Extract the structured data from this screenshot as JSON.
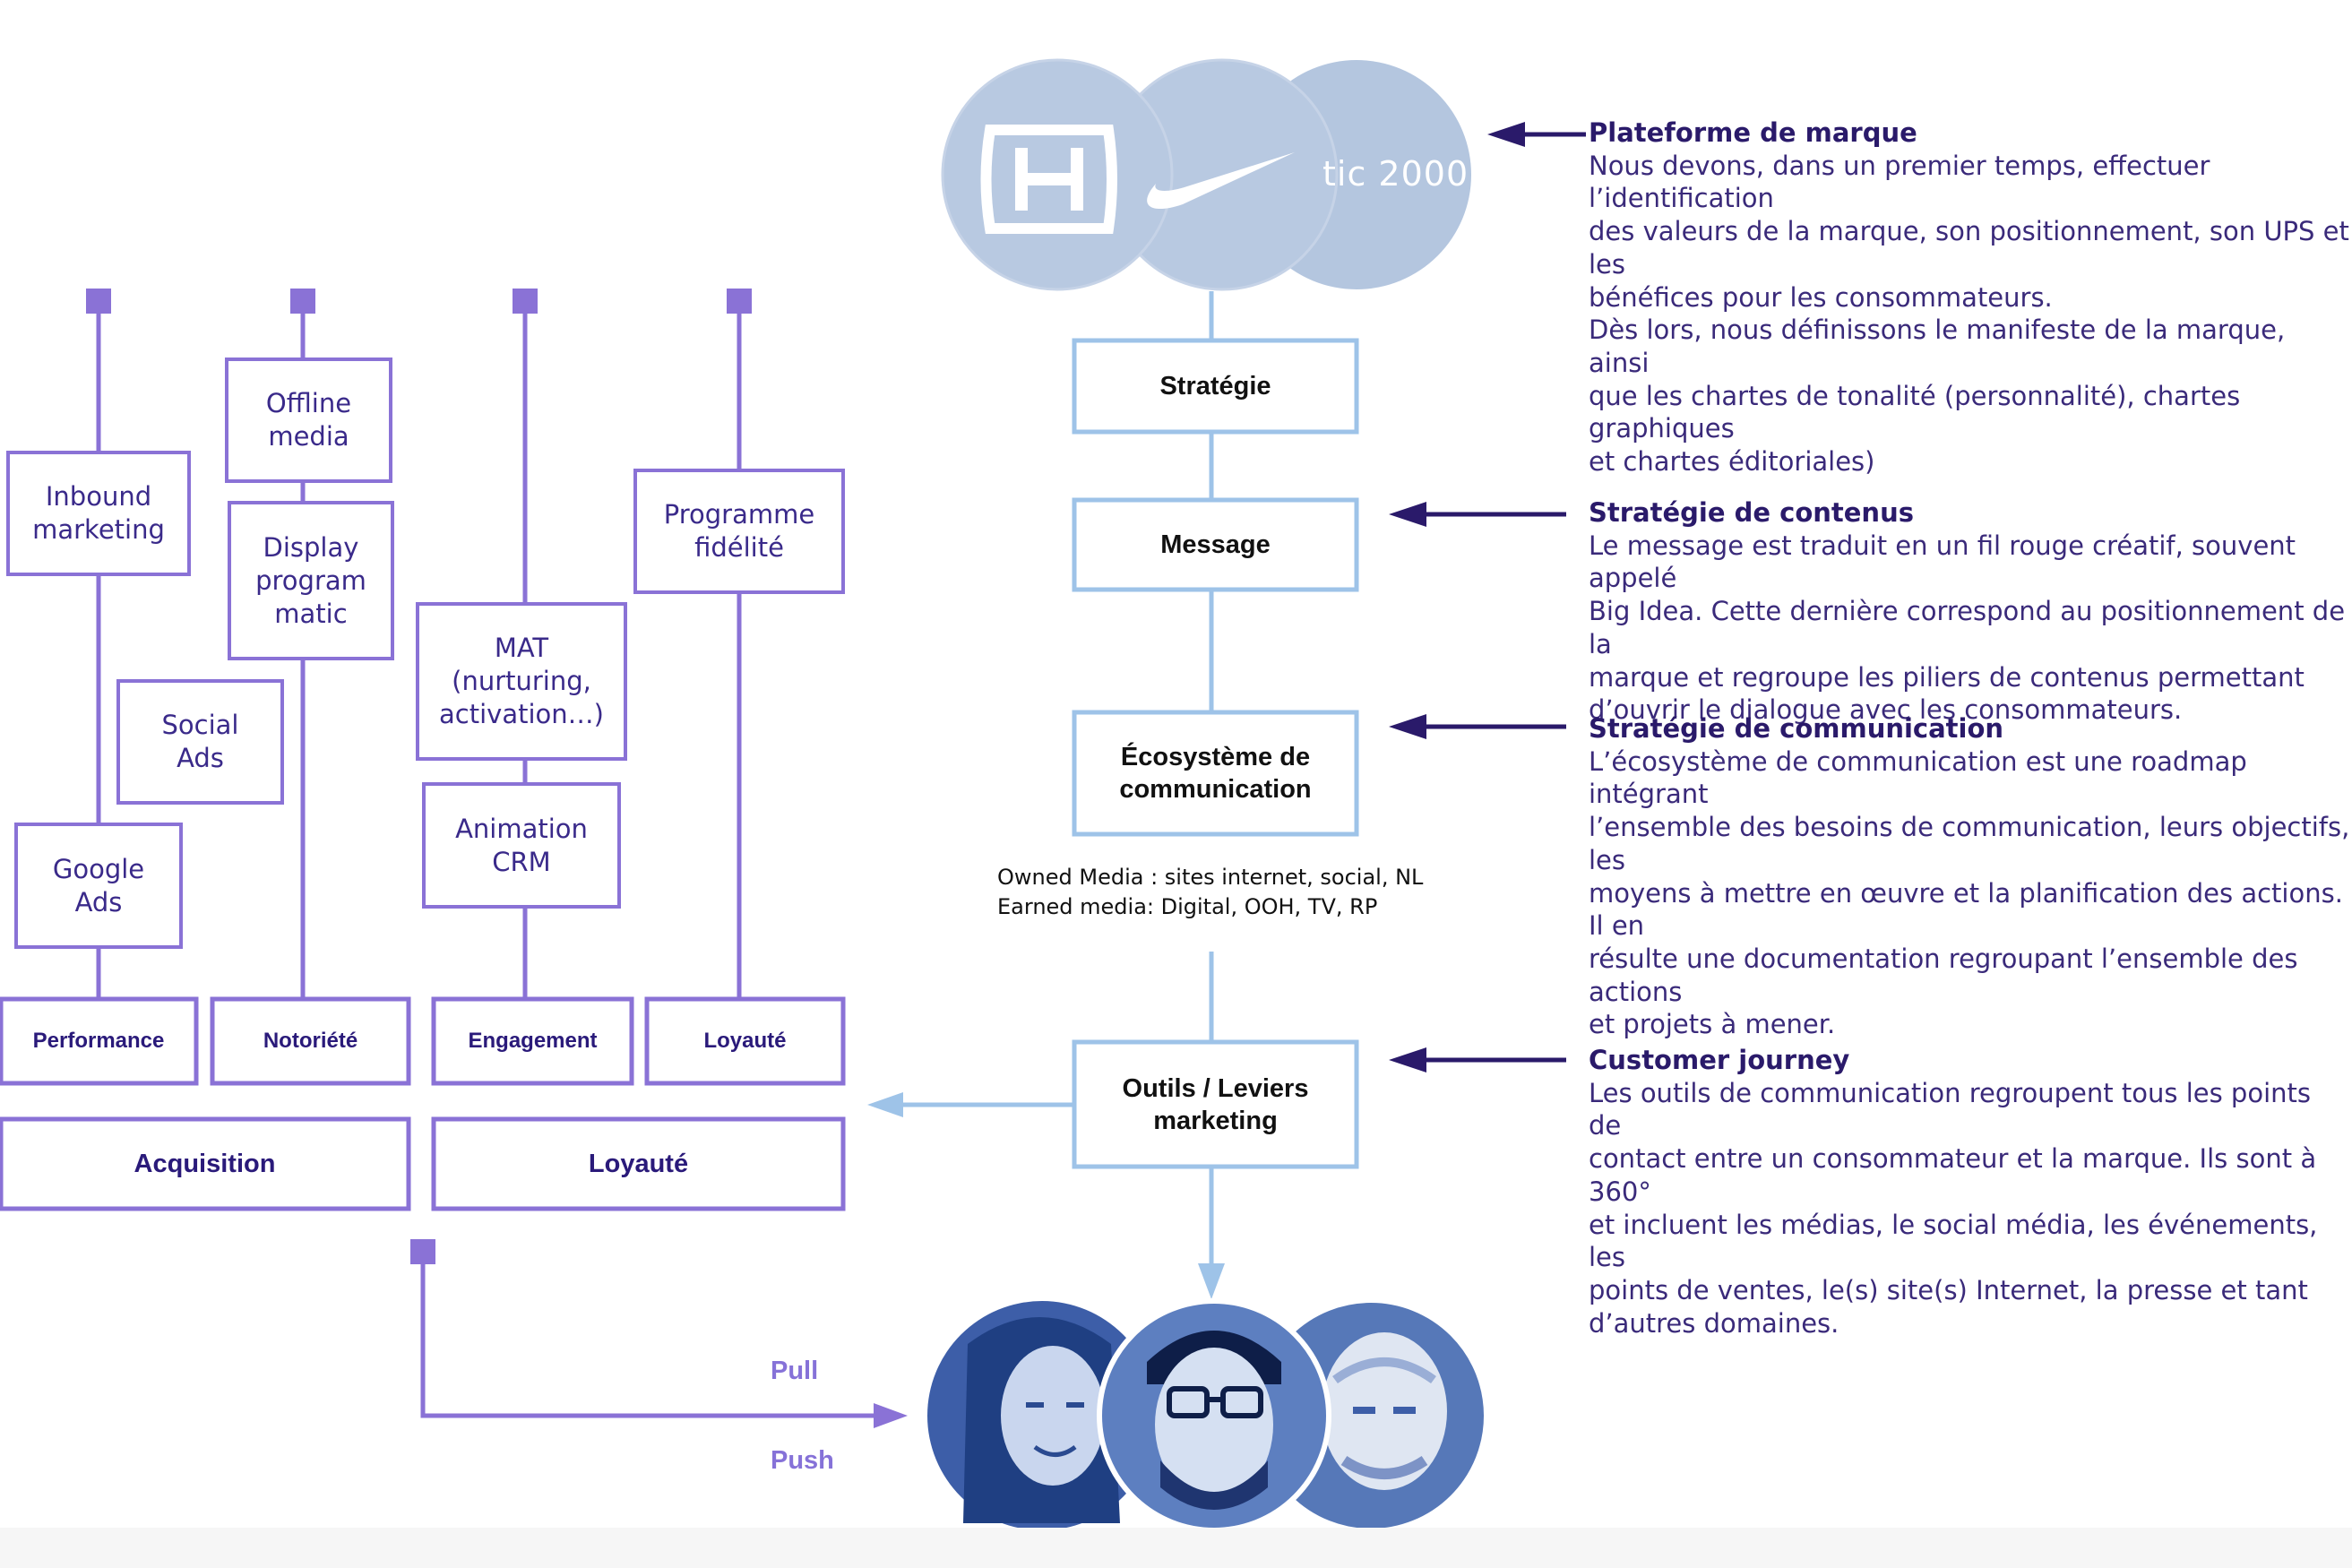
{
  "logos": [
    {
      "name": "honda-logo"
    },
    {
      "name": "nike-swoosh-logo"
    },
    {
      "name": "optic-2000-logo",
      "text": "tic 2000"
    }
  ],
  "flow_boxes": {
    "strategie": "Stratégie",
    "message": "Message",
    "ecosysteme": "Écosystème de\ncommunication",
    "outils": "Outils / Leviers\nmarketing"
  },
  "media_note": {
    "owned": "Owned Media : sites internet, social, NL",
    "earned": "Earned media: Digital, OOH, TV, RP"
  },
  "levers": {
    "inbound": "Inbound\nmarketing",
    "google_ads": "Google\nAds",
    "social_ads": "Social\nAds",
    "offline_media": "Offline\nmedia",
    "display": "Display\nprogram\nmatic",
    "mat": "MAT\n(nurturing,\nactivation…)",
    "animation_crm": "Animation\nCRM",
    "programme_fidelite": "Programme\nfidélité"
  },
  "categories": [
    "Performance",
    "Notoriété",
    "Engagement",
    "Loyauté"
  ],
  "groups": [
    "Acquisition",
    "Loyauté"
  ],
  "pull_push": {
    "pull": "Pull",
    "push": "Push"
  },
  "descriptions": [
    {
      "title": "Plateforme de marque",
      "body": "Nous devons, dans un premier temps, effectuer l’identification\ndes valeurs de la marque, son positionnement, son UPS et les\nbénéfices pour les consommateurs.\nDès lors, nous définissons le manifeste de la marque, ainsi\nque les chartes de tonalité (personnalité), chartes graphiques\net chartes éditoriales)"
    },
    {
      "title": "Stratégie de contenus",
      "body": "Le message est traduit en un fil rouge créatif, souvent appelé\nBig Idea. Cette dernière correspond au positionnement de la\nmarque et regroupe les piliers de contenus permettant\nd’ouvrir le dialogue avec les consommateurs."
    },
    {
      "title": "Stratégie de communication",
      "body": "L’écosystème de communication est une roadmap intégrant\nl’ensemble des besoins de communication, leurs objectifs, les\nmoyens à mettre en œuvre et la planification des actions. Il en\nrésulte une documentation regroupant l’ensemble des actions\net projets à mener."
    },
    {
      "title": "Customer journey",
      "body": "Les outils de communication regroupent tous les points de\ncontact entre un consommateur et la marque. Ils sont à 360°\net incluent les médias, le social média, les événements, les\npoints de ventes, le(s) site(s) Internet, la presse et tant\nd’autres domaines."
    }
  ],
  "consumers": [
    {
      "name": "consumer-photo-woman"
    },
    {
      "name": "consumer-photo-man-glasses"
    },
    {
      "name": "consumer-photo-older-man"
    }
  ],
  "colors": {
    "purple": "#8a72d6",
    "light_blue": "#9ec3e8",
    "dark_navy": "#2a1a6a",
    "logo_circle": "#b8c8e0",
    "photo_blue": "#3d5ea8"
  }
}
